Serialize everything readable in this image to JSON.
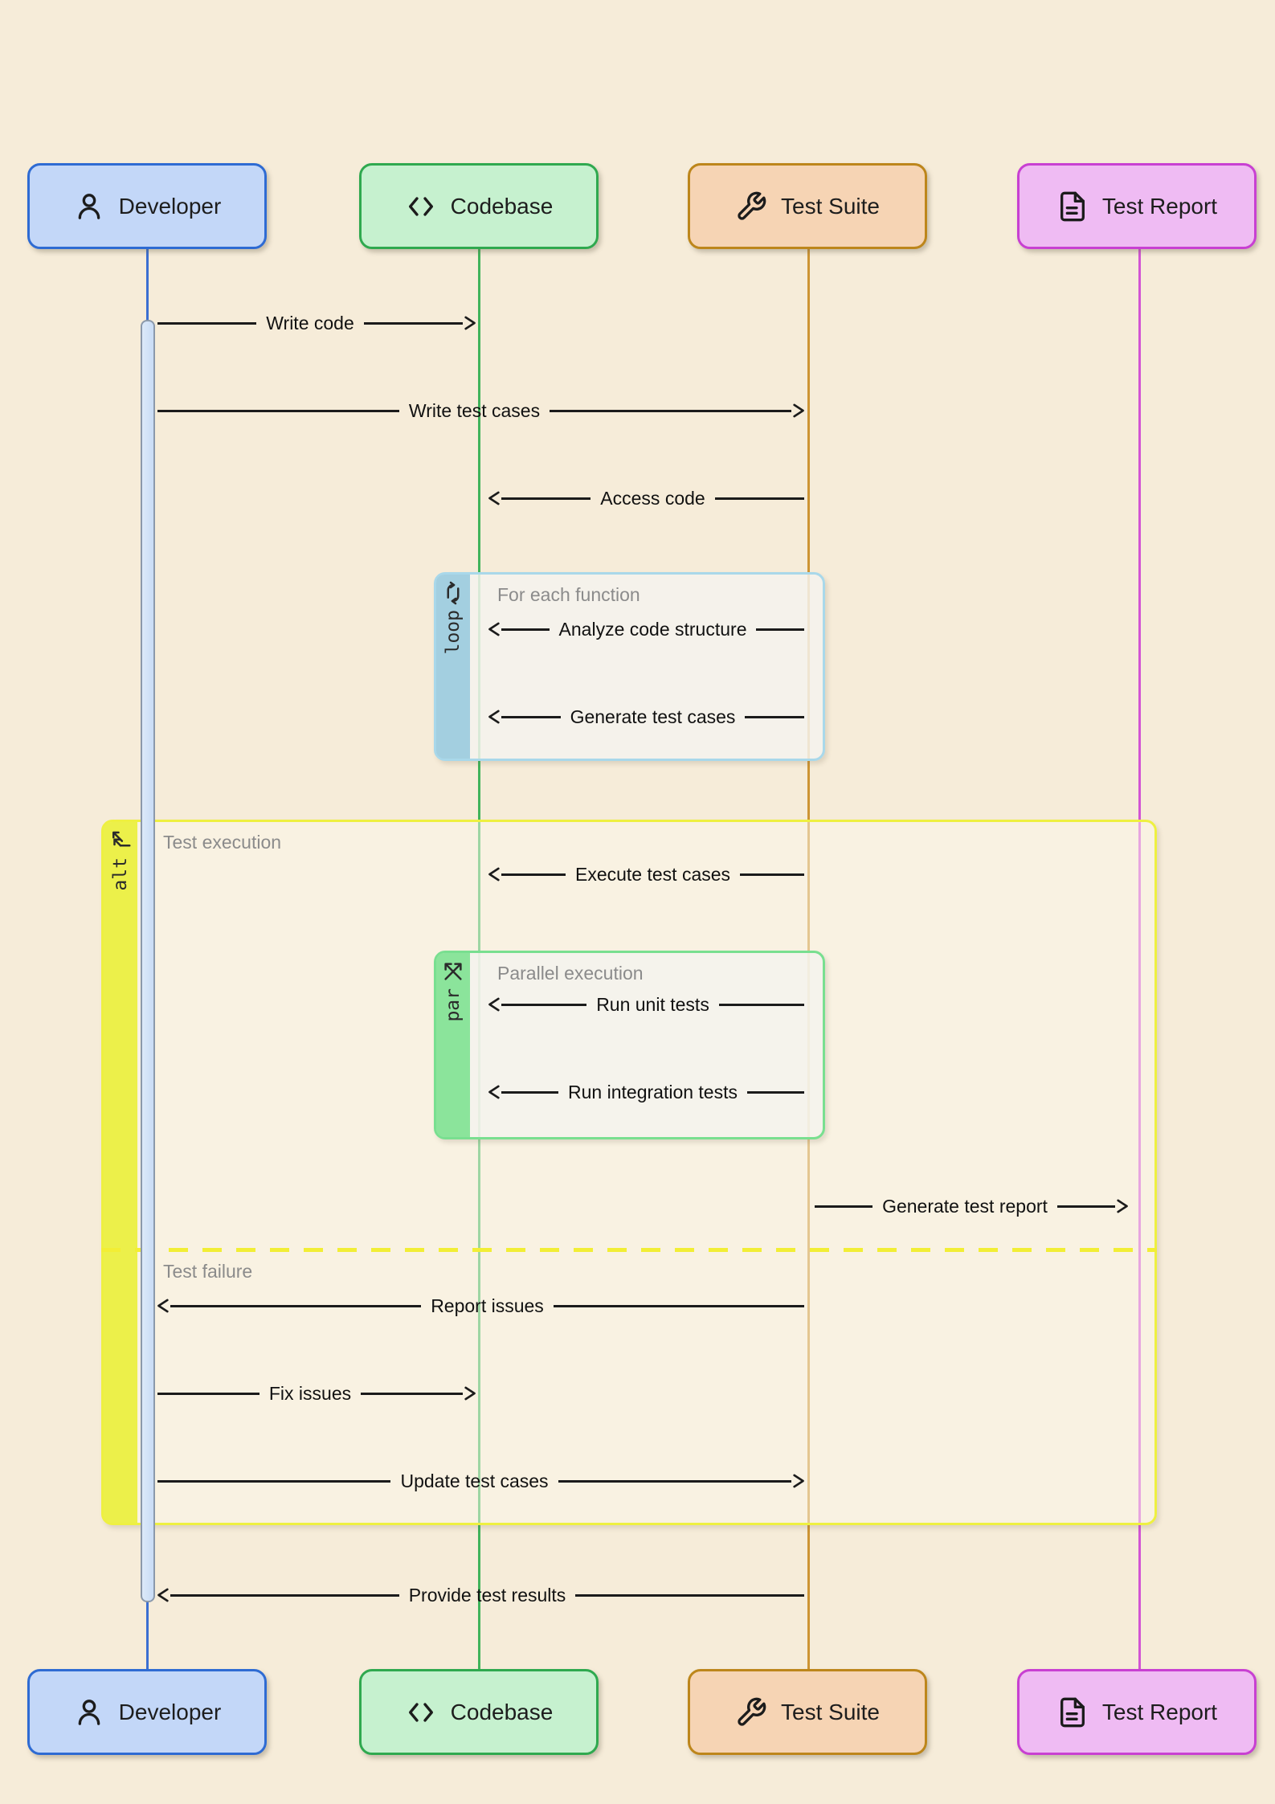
{
  "diagram_type": "sequence-diagram",
  "actors": [
    {
      "label": "Developer",
      "icon": "person-icon"
    },
    {
      "label": "Codebase",
      "icon": "code-icon"
    },
    {
      "label": "Test Suite",
      "icon": "wrench-icon"
    },
    {
      "label": "Test Report",
      "icon": "document-icon"
    }
  ],
  "messages": [
    {
      "label": "Write code",
      "from": "Developer",
      "to": "Codebase",
      "direction": "right"
    },
    {
      "label": "Write test cases",
      "from": "Developer",
      "to": "Test Suite",
      "direction": "right"
    },
    {
      "label": "Access code",
      "from": "Test Suite",
      "to": "Codebase",
      "direction": "left"
    },
    {
      "label": "Analyze code structure",
      "from": "Test Suite",
      "to": "Codebase",
      "direction": "left"
    },
    {
      "label": "Generate test cases",
      "from": "Test Suite",
      "to": "Codebase",
      "direction": "left"
    },
    {
      "label": "Execute test cases",
      "from": "Test Suite",
      "to": "Codebase",
      "direction": "left"
    },
    {
      "label": "Run unit tests",
      "from": "Test Suite",
      "to": "Codebase",
      "direction": "left"
    },
    {
      "label": "Run integration tests",
      "from": "Test Suite",
      "to": "Codebase",
      "direction": "left"
    },
    {
      "label": "Generate test report",
      "from": "Test Suite",
      "to": "Test Report",
      "direction": "right"
    },
    {
      "label": "Report issues",
      "from": "Test Suite",
      "to": "Developer",
      "direction": "left"
    },
    {
      "label": "Fix issues",
      "from": "Developer",
      "to": "Codebase",
      "direction": "right"
    },
    {
      "label": "Update test cases",
      "from": "Developer",
      "to": "Test Suite",
      "direction": "right"
    },
    {
      "label": "Provide test results",
      "from": "Test Suite",
      "to": "Developer",
      "direction": "left"
    }
  ],
  "frames": {
    "loop": {
      "keyword": "loop",
      "title": "For each function"
    },
    "alt": {
      "keyword": "alt",
      "title": "Test execution",
      "divider_title": "Test failure"
    },
    "par": {
      "keyword": "par",
      "title": "Parallel execution"
    }
  },
  "colors": {
    "background": "#f6ecd9",
    "developer_fill": "#c3d7f8",
    "developer_border": "#2e6bd3",
    "developer_lifeline": "#3b6fd2",
    "codebase_fill": "#c6f1cf",
    "codebase_border": "#2fa94f",
    "codebase_lifeline": "#41b45b",
    "test_suite_fill": "#f6d4b4",
    "test_suite_border": "#bd861b",
    "test_suite_lifeline": "#cd9434",
    "test_report_fill": "#efbbf3",
    "test_report_border": "#c840d2",
    "test_report_lifeline": "#d254d4",
    "loop_frame": "#a9d8ea",
    "alt_frame": "#eef041",
    "par_frame": "#79df90",
    "divider": "#f2ee35",
    "arrow": "#1b1b1b",
    "frame_title": "#8b8b8b"
  }
}
